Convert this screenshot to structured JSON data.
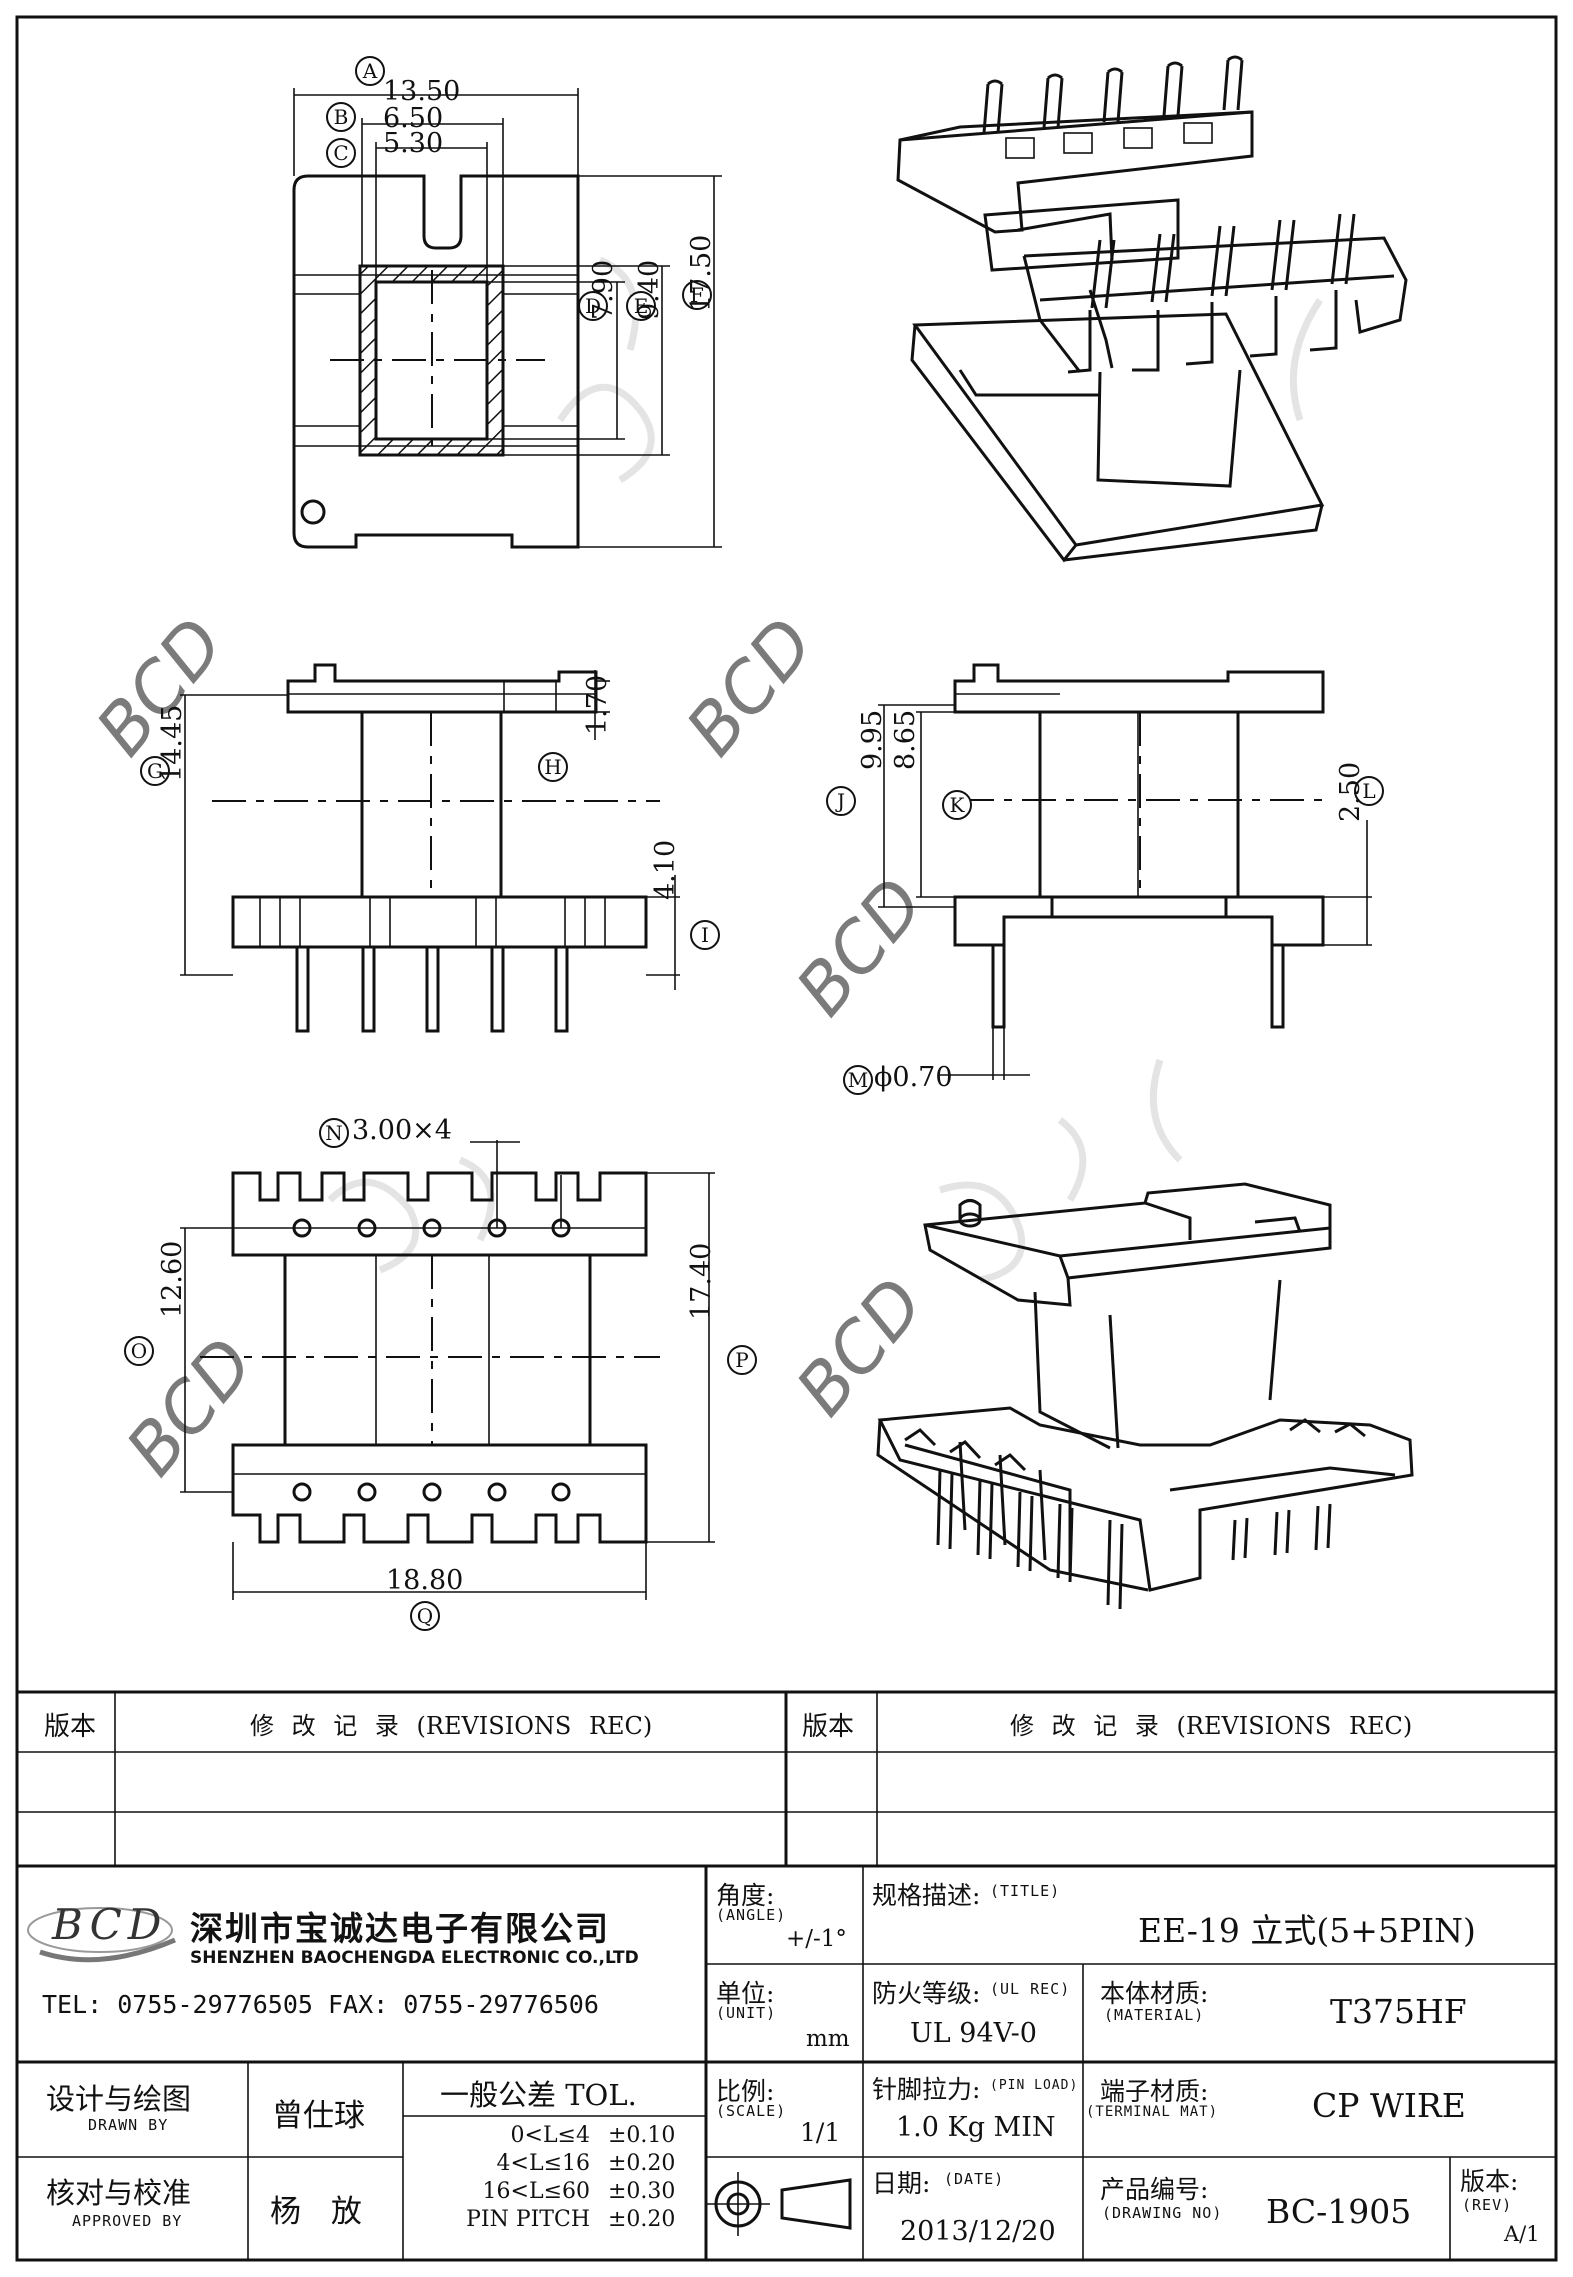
{
  "dimensions": {
    "A": {
      "letter": "A",
      "value": "13.50"
    },
    "B": {
      "letter": "B",
      "value": "6.50"
    },
    "C": {
      "letter": "C",
      "value": "5.30"
    },
    "D": {
      "letter": "D",
      "value": "7.90"
    },
    "E": {
      "letter": "E",
      "value": "9.40"
    },
    "F": {
      "letter": "F",
      "value": "17.50"
    },
    "G": {
      "letter": "G",
      "value": "14.45"
    },
    "H": {
      "letter": "H",
      "value": "1.70"
    },
    "I": {
      "letter": "I",
      "value": "4.10"
    },
    "J": {
      "letter": "J",
      "value": "9.95"
    },
    "K": {
      "letter": "K",
      "value": "8.65"
    },
    "L": {
      "letter": "L",
      "value": "2.50"
    },
    "M": {
      "letter": "M",
      "value": "ϕ0.70"
    },
    "N": {
      "letter": "N",
      "value": "3.00×4"
    },
    "O": {
      "letter": "O",
      "value": "12.60"
    },
    "P": {
      "letter": "P",
      "value": "17.40"
    },
    "Q": {
      "letter": "Q",
      "value": "18.80"
    }
  },
  "watermark": {
    "text": "BCD"
  },
  "revisions": {
    "left_version_header": "版本",
    "left_revision_header": "修 改 记 录 (REVISIONS REC)",
    "right_version_header": "版本",
    "right_revision_header": "修 改 记 录 (REVISIONS REC)"
  },
  "company": {
    "logo_text": "BCD",
    "name_cn": "深圳市宝诚达电子有限公司",
    "name_en": "SHENZHEN BAOCHENGDA ELECTRONIC CO.,LTD",
    "contact": "TEL: 0755-29776505  FAX: 0755-29776506"
  },
  "titleblock": {
    "angle_label": "角度:",
    "angle_label_en": "(ANGLE)",
    "angle_value": "+/-1°",
    "title_label": "规格描述:",
    "title_label_en": "(TITLE)",
    "title_value": "EE-19 立式(5+5PIN)",
    "unit_label": "单位:",
    "unit_label_en": "(UNIT)",
    "unit_value": "mm",
    "ul_label": "防火等级:",
    "ul_label_en": "(UL REC)",
    "ul_value": "UL 94V-0",
    "material_label": "本体材质:",
    "material_label_en": "(MATERIAL)",
    "material_value": "T375HF",
    "scale_label": "比例:",
    "scale_label_en": "(SCALE)",
    "scale_value": "1/1",
    "pin_load_label": "针脚拉力:",
    "pin_load_label_en": "(PIN LOAD)",
    "pin_load_value": "1.0 Kg MIN",
    "terminal_label": "端子材质:",
    "terminal_label_en": "(TERMINAL MAT)",
    "terminal_value": "CP WIRE",
    "drawn_label": "设计与绘图",
    "drawn_label_en": "DRAWN BY",
    "drawn_name": "曾仕球",
    "approved_label": "核对与校准",
    "approved_label_en": "APPROVED BY",
    "approved_name": "杨 放",
    "tol_title": "一般公差 TOL.",
    "tolerances": [
      {
        "range": "0<L≤4",
        "value": "±0.10"
      },
      {
        "range": "4<L≤16",
        "value": "±0.20"
      },
      {
        "range": "16<L≤60",
        "value": "±0.30"
      },
      {
        "range": "PIN PITCH",
        "value": "±0.20"
      }
    ],
    "date_label": "日期:",
    "date_label_en": "(DATE)",
    "date_value": "2013/12/20",
    "drawing_no_label": "产品编号:",
    "drawing_no_label_en": "(DRAWING NO)",
    "drawing_no_value": "BC-1905",
    "rev_label": "版本:",
    "rev_label_en": "(REV)",
    "rev_value": "A/1"
  }
}
